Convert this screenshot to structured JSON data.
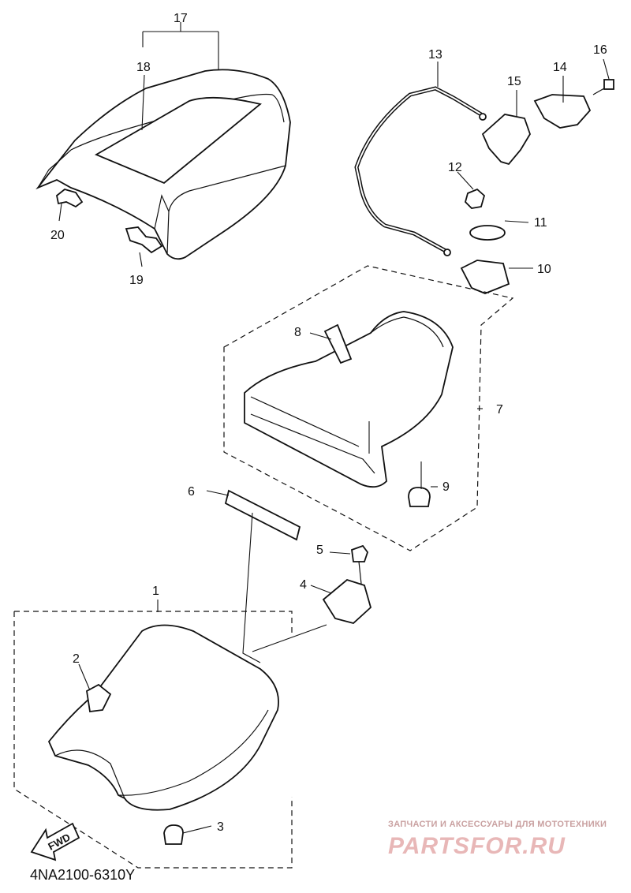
{
  "diagram": {
    "drawing_code": "4NA2100-6310Y",
    "fwd_label": "FWD",
    "callouts": {
      "c1": "1",
      "c2": "2",
      "c3": "3",
      "c4": "4",
      "c5": "5",
      "c6": "6",
      "c7": "7",
      "c8": "8",
      "c9": "9",
      "c10": "10",
      "c11": "11",
      "c12": "12",
      "c13": "13",
      "c14": "14",
      "c15": "15",
      "c16": "16",
      "c17": "17",
      "c18": "18",
      "c19": "19",
      "c20": "20"
    }
  },
  "watermark": {
    "tagline": "ЗАПЧАСТИ И АКСЕССУАРЫ ДЛЯ МОТОТЕХНИКИ",
    "brand": "PARTSFOR.RU"
  }
}
